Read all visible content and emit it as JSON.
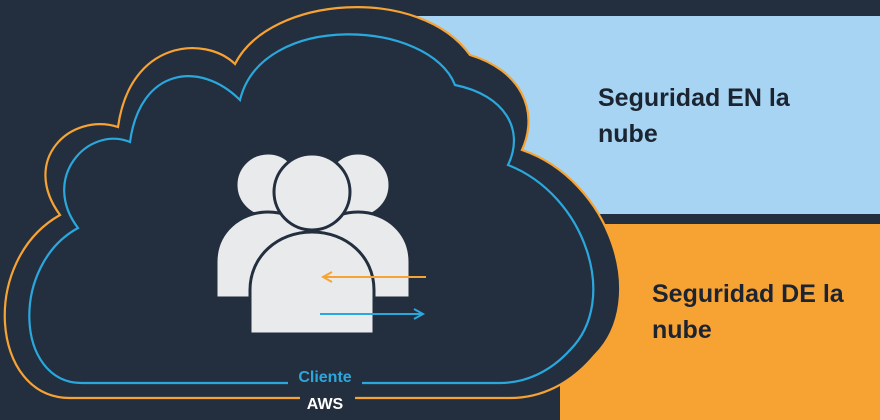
{
  "panels": {
    "top_text": "Seguridad EN la nube",
    "bottom_text": "Seguridad DE la nube"
  },
  "legend": {
    "customer": "Cliente",
    "aws": "AWS"
  },
  "colors": {
    "background": "#232f3e",
    "light_blue": "#a6d4f2",
    "orange": "#f7a334",
    "cloud_blue_outline": "#2aa8de",
    "cloud_orange_outline": "#f7a334",
    "people_fill": "#e9eaec"
  },
  "icons": {
    "people": "people-group-icon",
    "arrow_left": "arrow-left-icon",
    "arrow_right": "arrow-right-icon",
    "cloud": "cloud-icon"
  }
}
